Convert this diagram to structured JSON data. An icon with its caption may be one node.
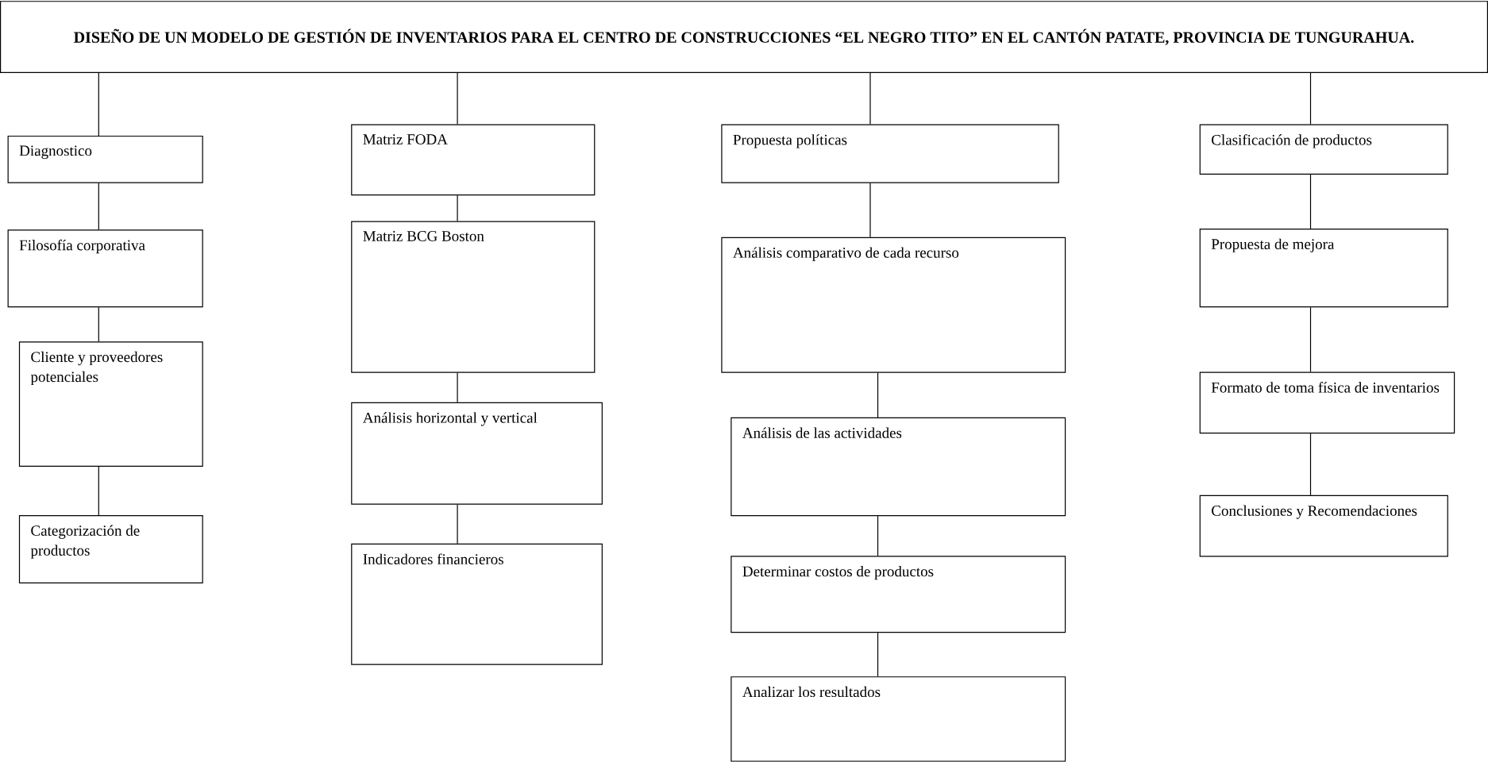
{
  "diagram": {
    "nodes": [
      {
        "text": [
          "DISEÑO DE UN MODELO DE GESTIÓN DE INVENTARIOS PARA EL CENTRO DE CONSTRUCCIONES “EL NEGRO TITO” EN EL CANTÓN PATATE, PROVINCIA DE TUNGURAHUA."
        ]
      },
      {
        "text": [
          "Diagnostico"
        ]
      },
      {
        "text": [
          "Filosofía corporativa"
        ]
      },
      {
        "text": [
          "Cliente y proveedores potenciales"
        ]
      },
      {
        "text": [
          "Categorización de productos"
        ]
      },
      {
        "text": [
          "Matriz FODA"
        ]
      },
      {
        "text": [
          "Matriz BCG Boston"
        ]
      },
      {
        "text": [
          "Análisis horizontal y vertical"
        ]
      },
      {
        "text": [
          "Indicadores financieros"
        ]
      },
      {
        "text": [
          "Propuesta políticas"
        ]
      },
      {
        "text": [
          "Análisis comparativo de cada recurso"
        ]
      },
      {
        "text": [
          "Análisis de las actividades"
        ]
      },
      {
        "text": [
          "Determinar costos de productos"
        ]
      },
      {
        "text": [
          "Analizar los resultados"
        ]
      },
      {
        "text": [
          "Clasificación de productos"
        ]
      },
      {
        "text": [
          "Propuesta de mejora"
        ]
      },
      {
        "text": [
          "Formato de toma física de inventarios"
        ]
      },
      {
        "text": [
          "Conclusiones y Recomendaciones"
        ]
      }
    ],
    "edges": [
      {
        "from": 0,
        "to": 1,
        "arrow": "none"
      },
      {
        "from": 1,
        "to": 2,
        "arrow": "none"
      },
      {
        "from": 2,
        "to": 3,
        "arrow": "none"
      },
      {
        "from": 3,
        "to": 4,
        "arrow": "none"
      },
      {
        "from": 0,
        "to": 5,
        "arrow": "none"
      },
      {
        "from": 5,
        "to": 6,
        "arrow": "none"
      },
      {
        "from": 6,
        "to": 7,
        "arrow": "none"
      },
      {
        "from": 7,
        "to": 8,
        "arrow": "none"
      },
      {
        "from": 0,
        "to": 9,
        "arrow": "none"
      },
      {
        "from": 9,
        "to": 10,
        "arrow": "none"
      },
      {
        "from": 10,
        "to": 11,
        "arrow": "none"
      },
      {
        "from": 11,
        "to": 12,
        "arrow": "none"
      },
      {
        "from": 12,
        "to": 13,
        "arrow": "none"
      },
      {
        "from": 0,
        "to": 14,
        "arrow": "none"
      },
      {
        "from": 14,
        "to": 15,
        "arrow": "none"
      },
      {
        "from": 15,
        "to": 16,
        "arrow": "none"
      },
      {
        "from": 16,
        "to": 17,
        "arrow": "none"
      }
    ]
  }
}
